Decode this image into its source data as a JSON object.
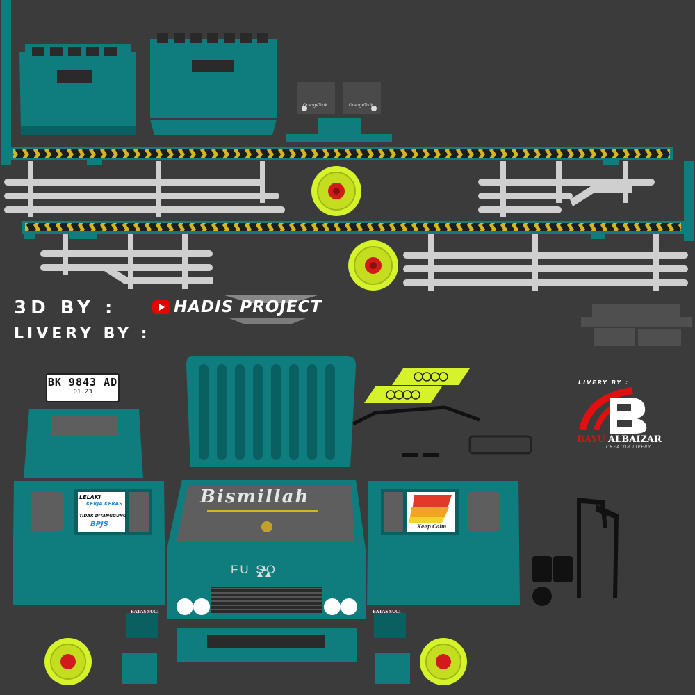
{
  "credits": {
    "model_label": "3D BY :",
    "youtube_icon": "youtube-play-icon",
    "model_author": "HADIS PROJECT",
    "livery_label": "LIVERY BY :"
  },
  "plate": {
    "number": "BK 9843 AD",
    "expiry": "01.23"
  },
  "cab": {
    "windshield_text": "Bismillah",
    "brand": "FU SO",
    "door_left_text": "BATAS SUCI",
    "door_right_text": "BATAS SUCI"
  },
  "door_sticker_left": [
    "LELAKI",
    "KERJA KERAS",
    "TIDAK DITANGGUNG",
    "BPJS"
  ],
  "door_sticker_right": "Keep Calm",
  "mudflap_brand": "OrangeTruk",
  "livery_logo": {
    "top": "LIVERY BY :",
    "name_red": "BAYU",
    "name_white": "ALBAIZAR",
    "subtitle": "CREATOR LIVERY"
  },
  "colors": {
    "background": "#3b3b3b",
    "body_teal": "#0f7c7e",
    "body_dark": "#0a5f61",
    "wheel_lime": "#d6f22a",
    "hub_red": "#d21a1a",
    "rail_grey": "#cfcfcf",
    "hazard_yellow": "#d9b21f",
    "accent_red": "#e01010"
  }
}
